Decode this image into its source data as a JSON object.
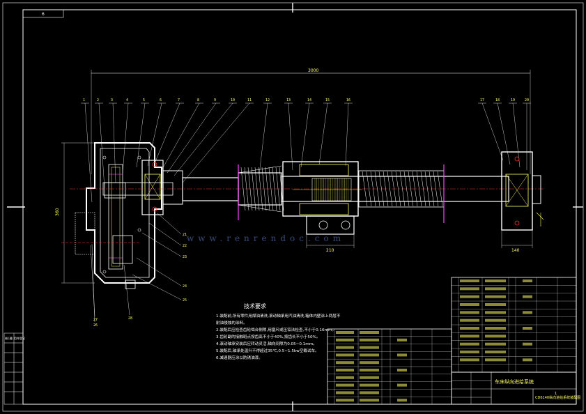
{
  "header_tag": "6",
  "dimension_overall": "3000",
  "callouts_top": [
    "1",
    "2",
    "3",
    "4",
    "5",
    "6",
    "7",
    "8",
    "9",
    "10",
    "11",
    "12",
    "13",
    "14",
    "15",
    "16",
    "17",
    "18",
    "19",
    "20"
  ],
  "callouts_left_lower": [
    "21",
    "22",
    "23",
    "24",
    "25"
  ],
  "callouts_bottom": [
    "27",
    "26",
    "28"
  ],
  "dimension_left_height": "360",
  "dimension_gear_width": "210",
  "dimension_bearing_width": "140",
  "watermark": "www.renrendoc.com",
  "tech_notes": {
    "title": "技术要求",
    "lines": [
      "1.装配前,所有零件用煤油清洗,滚动轴承用汽油清洗,箱体内壁涂上两层不",
      "  耐油侵蚀的涂料。",
      "2.装配后应检查齿轮啮合侧隙,用塞尺或压铅法检查,不小于0.16mm。",
      "3.齿轮副的接触斑点按齿高不小于40%,按齿长不小于50%。",
      "4.滚动轴承安装后应转动灵活,轴向间隙为0.05~0.1mm。",
      "5.装配后,轴承处温升不得超过35℃,0.5~1.5kw空载试车。",
      "6.减速器应涂以防锈油漆。"
    ]
  },
  "title_block": {
    "drawing_name": "车床纵向进给系统",
    "drawing_code": "CD6140纵向进给系统装配图",
    "sheet": "1"
  },
  "left_strip_label": "借(通)用件登记"
}
